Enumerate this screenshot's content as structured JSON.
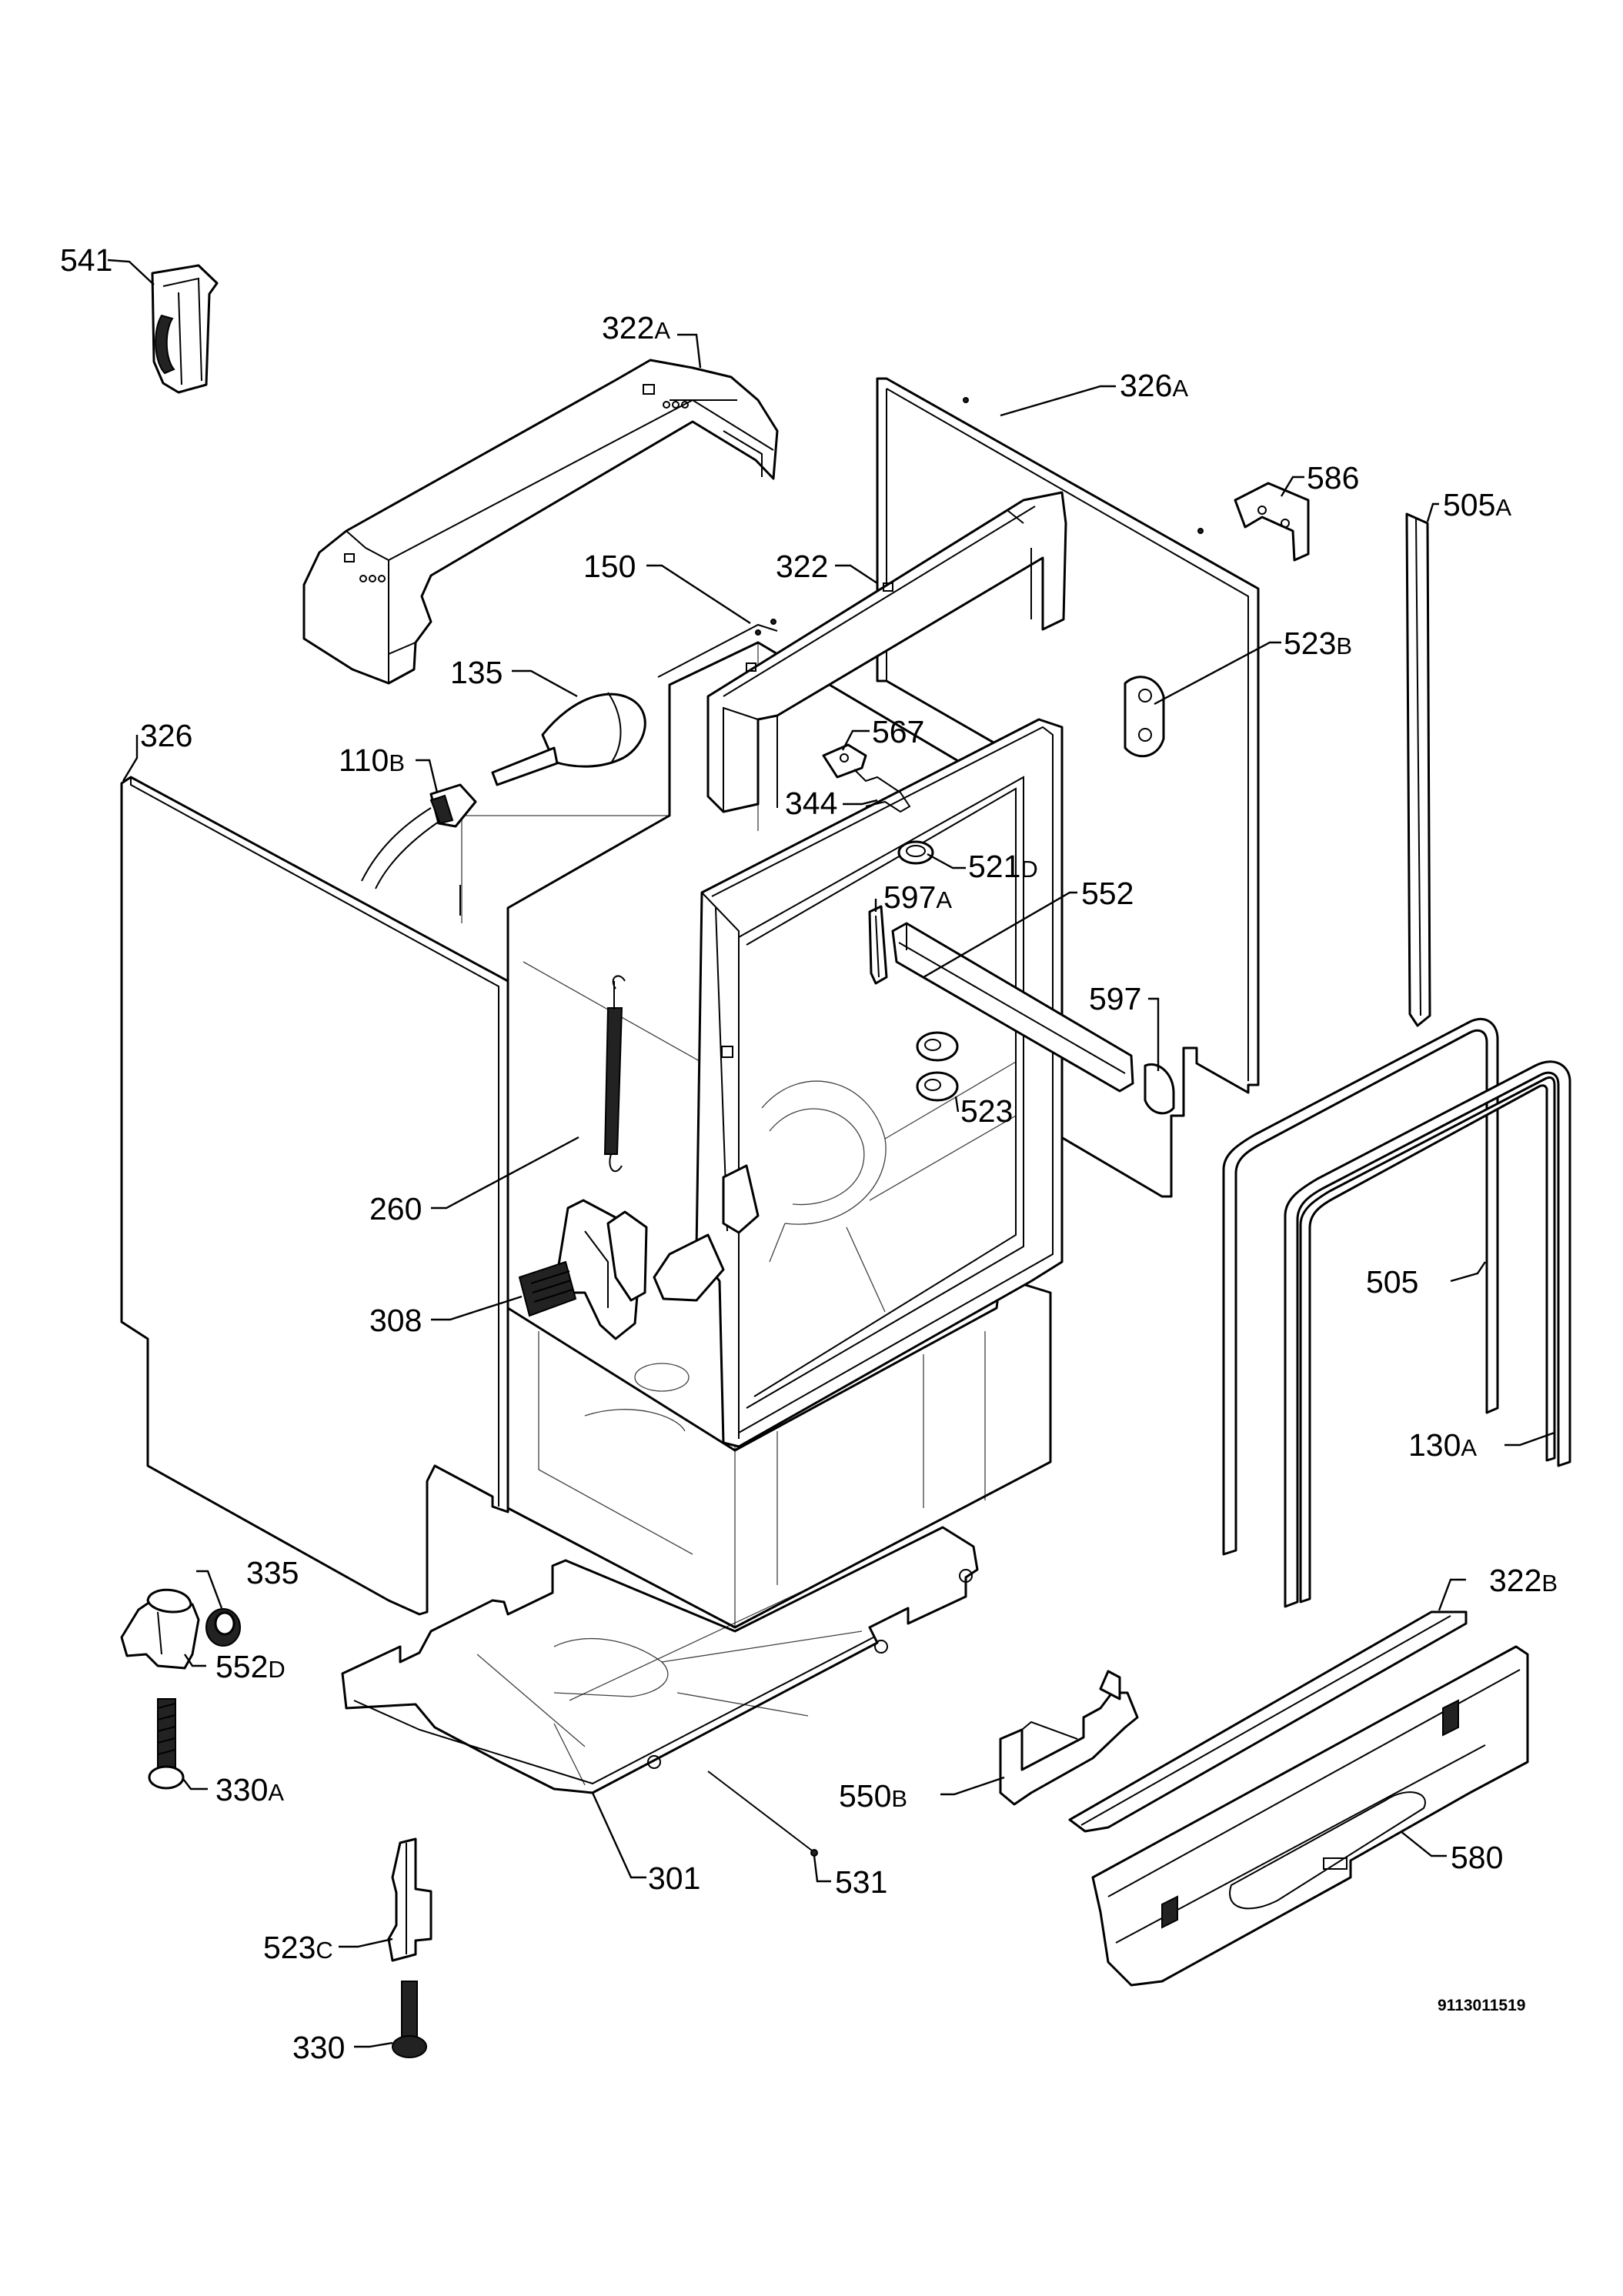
{
  "diagram": {
    "reference_number": "9113011519",
    "callouts": {
      "c541": {
        "num": "541",
        "suffix": ""
      },
      "c322A": {
        "num": "322",
        "suffix": "A"
      },
      "c326A": {
        "num": "326",
        "suffix": "A"
      },
      "c586": {
        "num": "586",
        "suffix": ""
      },
      "c505A": {
        "num": "505",
        "suffix": "A"
      },
      "c150": {
        "num": "150",
        "suffix": ""
      },
      "c322": {
        "num": "322",
        "suffix": ""
      },
      "c523B": {
        "num": "523",
        "suffix": "B"
      },
      "c135": {
        "num": "135",
        "suffix": ""
      },
      "c326": {
        "num": "326",
        "suffix": ""
      },
      "c110B": {
        "num": "110",
        "suffix": "B"
      },
      "c567": {
        "num": "567",
        "suffix": ""
      },
      "c344": {
        "num": "344",
        "suffix": ""
      },
      "c521D": {
        "num": "521",
        "suffix": "D"
      },
      "c597A": {
        "num": "597",
        "suffix": "A"
      },
      "c552": {
        "num": "552",
        "suffix": ""
      },
      "c597": {
        "num": "597",
        "suffix": ""
      },
      "c523": {
        "num": "523",
        "suffix": ""
      },
      "c260": {
        "num": "260",
        "suffix": ""
      },
      "c505": {
        "num": "505",
        "suffix": ""
      },
      "c308": {
        "num": "308",
        "suffix": ""
      },
      "c130A": {
        "num": "130",
        "suffix": "A"
      },
      "c335": {
        "num": "335",
        "suffix": ""
      },
      "c322B": {
        "num": "322",
        "suffix": "B"
      },
      "c552D": {
        "num": "552",
        "suffix": "D"
      },
      "c330A": {
        "num": "330",
        "suffix": "A"
      },
      "c550B": {
        "num": "550",
        "suffix": "B"
      },
      "c301": {
        "num": "301",
        "suffix": ""
      },
      "c531": {
        "num": "531",
        "suffix": ""
      },
      "c580": {
        "num": "580",
        "suffix": ""
      },
      "c523C": {
        "num": "523",
        "suffix": "C"
      },
      "c330": {
        "num": "330",
        "suffix": ""
      }
    }
  }
}
